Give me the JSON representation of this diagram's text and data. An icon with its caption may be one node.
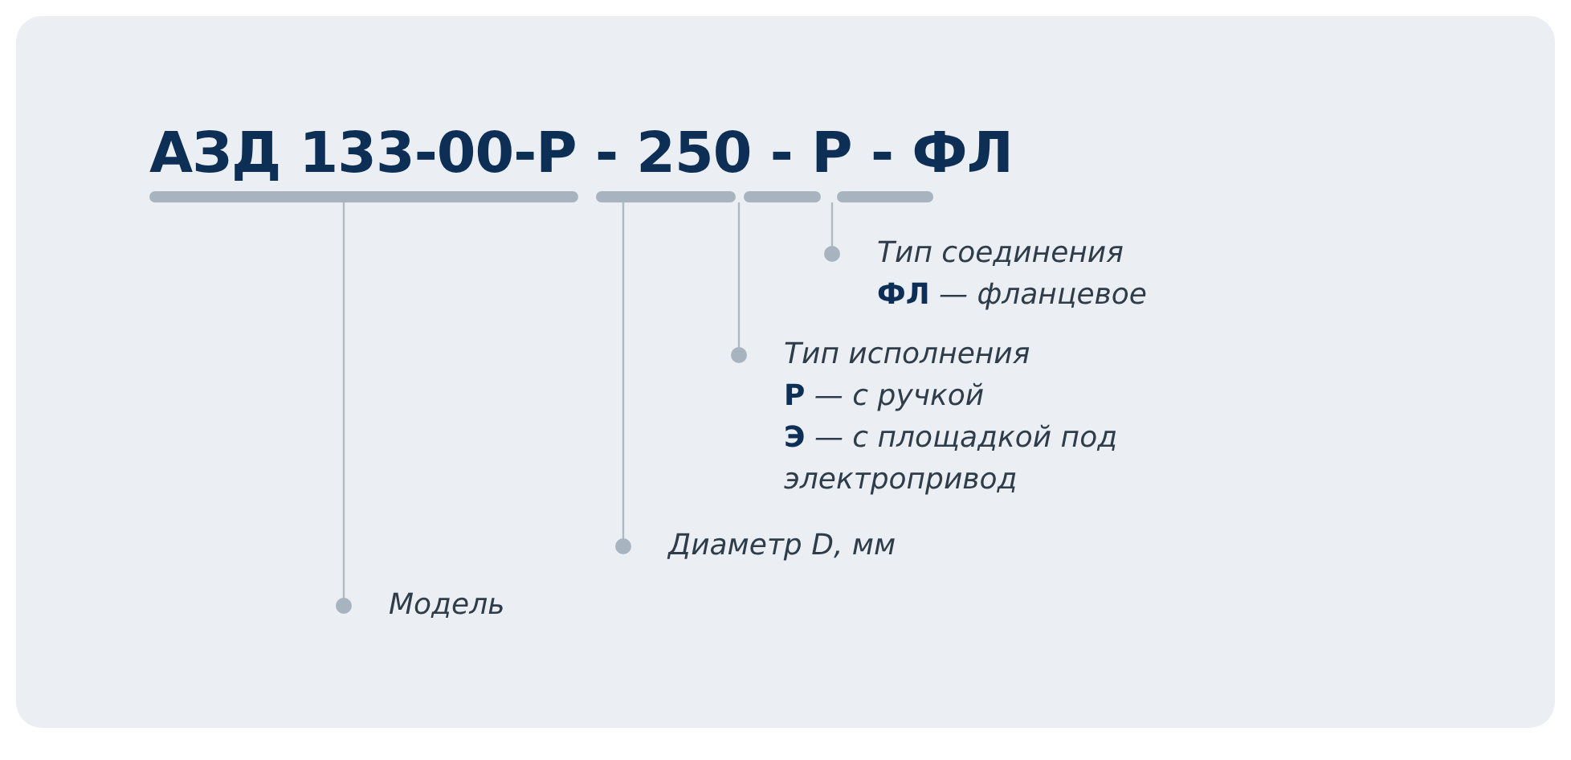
{
  "diagram": {
    "title": "АЗД 133-00-Р - 250 - Р - ФЛ",
    "nodes": [
      {
        "text": [],
        "shape": "bar"
      },
      {
        "text": [],
        "shape": "bar"
      },
      {
        "text": [],
        "shape": "bar"
      },
      {
        "text": [],
        "shape": "bar"
      },
      {
        "text": [
          "Модель"
        ]
      },
      {
        "text": [
          "Диаметр D, мм"
        ]
      },
      {
        "text": [
          "Тип исполнения",
          "**Р** — с ручкой",
          "**Э** — с площадкой под электропривод"
        ]
      },
      {
        "text": [
          "Тип соединения",
          "**ФЛ** — фланцевое"
        ]
      }
    ],
    "edges": [
      {
        "from": 4,
        "to": 0,
        "arrow": "other"
      },
      {
        "from": 5,
        "to": 1,
        "arrow": "other"
      },
      {
        "from": 6,
        "to": 2,
        "arrow": "other"
      },
      {
        "from": 7,
        "to": 3,
        "arrow": "other"
      }
    ]
  }
}
